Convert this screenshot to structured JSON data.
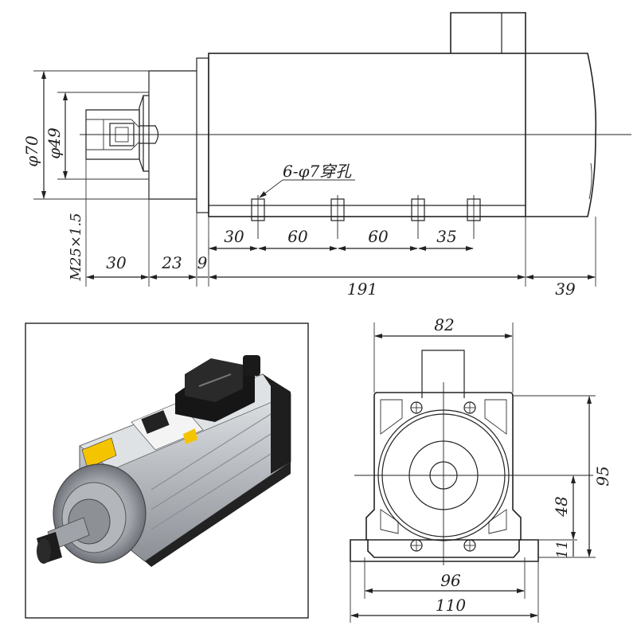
{
  "side_view": {
    "dia_outer": "φ70",
    "dia_inner": "φ49",
    "thread": "M25×1.5",
    "hole_note": "6-φ7穿孔",
    "hole_spacings": [
      "30",
      "60",
      "60",
      "35"
    ],
    "lengths": [
      "30",
      "23",
      "9",
      "191",
      "39"
    ]
  },
  "end_view": {
    "width_top": "82",
    "height_total": "95",
    "center_height": "48",
    "base_thickness": "11",
    "mount_spacing": "96",
    "base_width": "110"
  },
  "photo": {
    "label": "spindle-motor-photo"
  }
}
